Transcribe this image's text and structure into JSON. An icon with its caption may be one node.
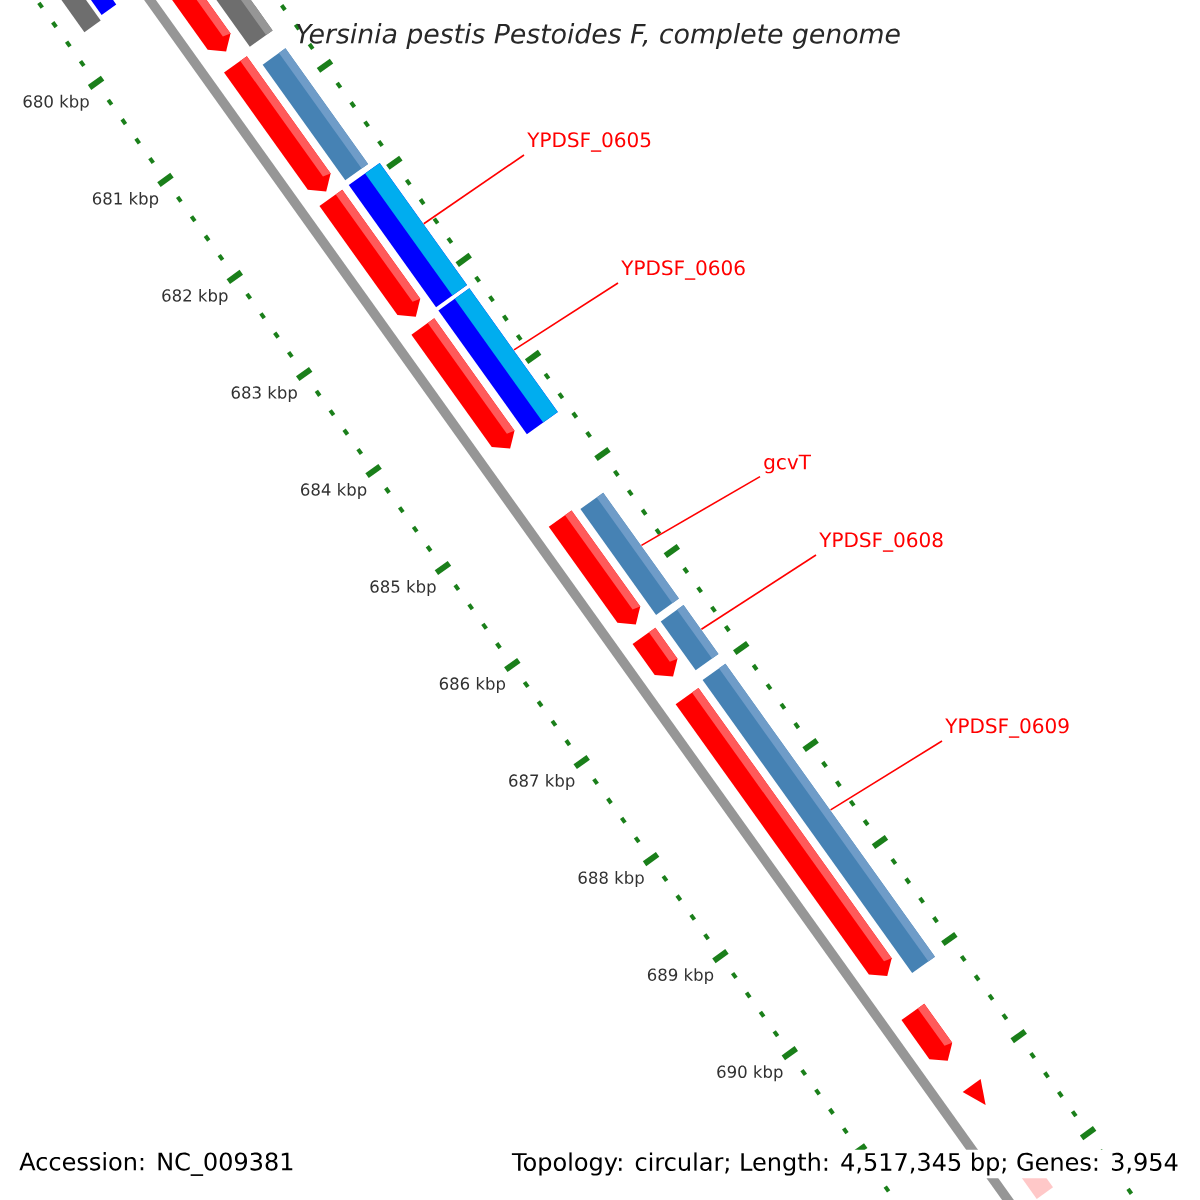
{
  "diagram": {
    "title": "Yersinia pestis Pestoides F, complete genome",
    "nodes": [
      {
        "text": [],
        "shape": "bar"
      },
      {
        "text": [],
        "shape": "bar"
      },
      {
        "text": [],
        "shape": "bar"
      },
      {
        "text": [],
        "shape": "pentagon"
      },
      {
        "text": [],
        "shape": "pentagon"
      },
      {
        "text": [],
        "shape": "bar"
      },
      {
        "text": [],
        "shape": "pentagon"
      },
      {
        "text": [],
        "shape": "bar"
      },
      {
        "text": [],
        "shape": "pentagon"
      },
      {
        "text": [],
        "shape": "bar"
      },
      {
        "text": [],
        "shape": "pentagon"
      },
      {
        "text": [],
        "shape": "bar"
      },
      {
        "text": [],
        "shape": "pentagon"
      },
      {
        "text": [],
        "shape": "bar"
      },
      {
        "text": [],
        "shape": "pentagon"
      },
      {
        "text": [],
        "shape": "bar"
      },
      {
        "text": [],
        "shape": "pentagon"
      },
      {
        "text": [],
        "shape": "triangle"
      },
      {
        "text": [],
        "shape": "bar"
      },
      {
        "text": [
          "YPDSF_0605"
        ]
      },
      {
        "text": [
          "YPDSF_0606"
        ]
      },
      {
        "text": [
          "gcvT"
        ]
      },
      {
        "text": [
          "YPDSF_0608"
        ]
      },
      {
        "text": [
          "YPDSF_0609"
        ]
      }
    ],
    "edges": [
      {
        "from": 19,
        "to": 7,
        "arrow": "none"
      },
      {
        "from": 20,
        "to": 9,
        "arrow": "none"
      },
      {
        "from": 21,
        "to": 11,
        "arrow": "none"
      },
      {
        "from": 22,
        "to": 13,
        "arrow": "none"
      },
      {
        "from": 23,
        "to": 15,
        "arrow": "none"
      }
    ],
    "labels": [
      "680 kbp",
      "681 kbp",
      "682 kbp",
      "683 kbp",
      "684 kbp",
      "685 kbp",
      "686 kbp",
      "687 kbp",
      "688 kbp",
      "689 kbp",
      "690 kbp",
      "Accession: NC_009381",
      "Topology: circular; Length: 4,517,345 bp; Genes: 3,954"
    ]
  }
}
